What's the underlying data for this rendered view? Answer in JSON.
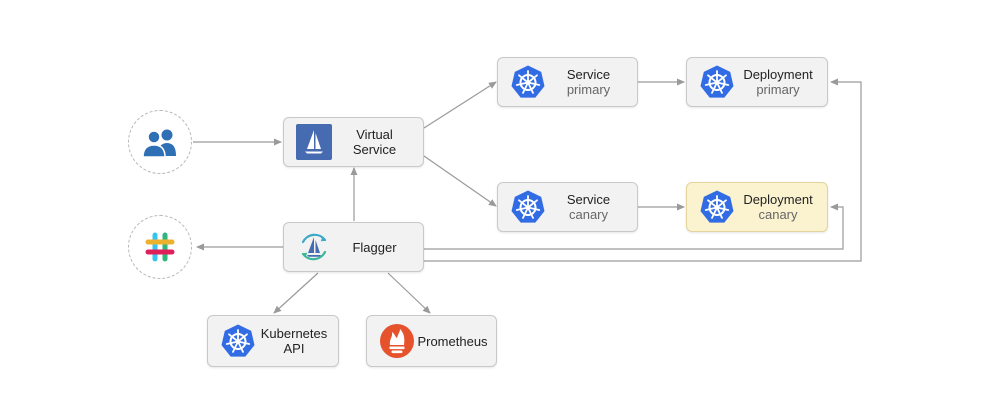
{
  "nodes": {
    "virtual_service": {
      "line1": "Virtual",
      "line2": "Service"
    },
    "service_primary": {
      "line1": "Service",
      "line2": "primary"
    },
    "deployment_primary": {
      "line1": "Deployment",
      "line2": "primary"
    },
    "service_canary": {
      "line1": "Service",
      "line2": "canary"
    },
    "deployment_canary": {
      "line1": "Deployment",
      "line2": "canary"
    },
    "flagger": {
      "label": "Flagger"
    },
    "kubernetes_api": {
      "line1": "Kubernetes",
      "line2": "API"
    },
    "prometheus": {
      "label": "Prometheus"
    }
  },
  "icons": {
    "users": "users-icon",
    "slack": "slack-icon",
    "istio": "istio-sail-icon",
    "flagger": "flagger-icon",
    "kubernetes": "kubernetes-wheel-icon",
    "prometheus": "prometheus-flame-icon"
  },
  "colors": {
    "node_fill": "#f2f2f2",
    "node_border": "#c9c9c9",
    "canary_fill": "#fbf3cf",
    "edge": "#9a9a9a",
    "kubernetes_blue": "#326ce5",
    "istio_blue": "#466bb0",
    "users_blue": "#2e6fb5",
    "prometheus_red": "#e6522c"
  }
}
